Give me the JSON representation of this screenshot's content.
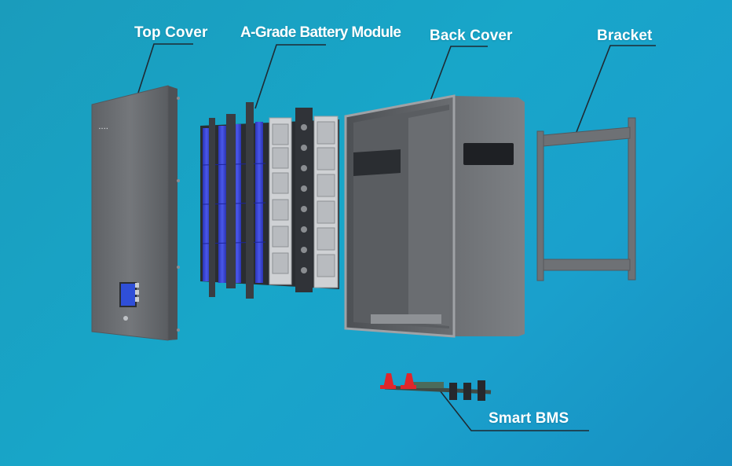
{
  "labels": {
    "top_cover": "Top Cover",
    "battery_module": "A-Grade Battery Module",
    "back_cover": "Back Cover",
    "bracket": "Bracket",
    "smart_bms": "Smart BMS"
  },
  "colors": {
    "background": "#1aa0c6",
    "housing_grey": "#6b6e72",
    "cell_blue": "#3a47d6",
    "bms_red": "#e0262b",
    "leader_line": "#1f2a33"
  }
}
